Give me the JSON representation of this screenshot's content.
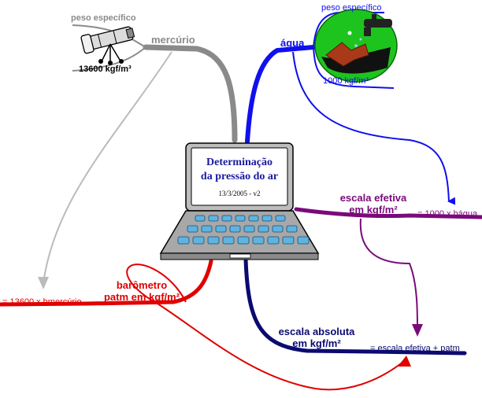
{
  "colors": {
    "mercurio": "#8a8a8a",
    "agua": "#1010ee",
    "efetiva": "#7a0a7a",
    "barometro": "#e00000",
    "absoluta": "#0a0a70",
    "text_dark": "#000000"
  },
  "laptop": {
    "title_line1": "Determinação",
    "title_line2": "da pressão do ar",
    "date": "13/3/2005 - v2"
  },
  "mercurio": {
    "label": "mercúrio",
    "peso_label": "peso específico",
    "peso_value": "13600 kgf/m³",
    "icon": "telescope-icon"
  },
  "agua": {
    "label": "água",
    "peso_label": "peso específico",
    "peso_value": "1000 kgf/m³",
    "icon": "water-tap-icon"
  },
  "efetiva": {
    "label_line1": "escala efetiva",
    "label_line2": "em kgf/m²",
    "formula": "= 1000 x hágua"
  },
  "barometro": {
    "label_line1": "barômetro",
    "label_line2": "patm em kgf/m²",
    "formula": "= 13600 x hmercúrio"
  },
  "absoluta": {
    "label_line1": "escala absoluta",
    "label_line2": "em kgf/m²",
    "formula": "= escala efetiva + patm"
  }
}
